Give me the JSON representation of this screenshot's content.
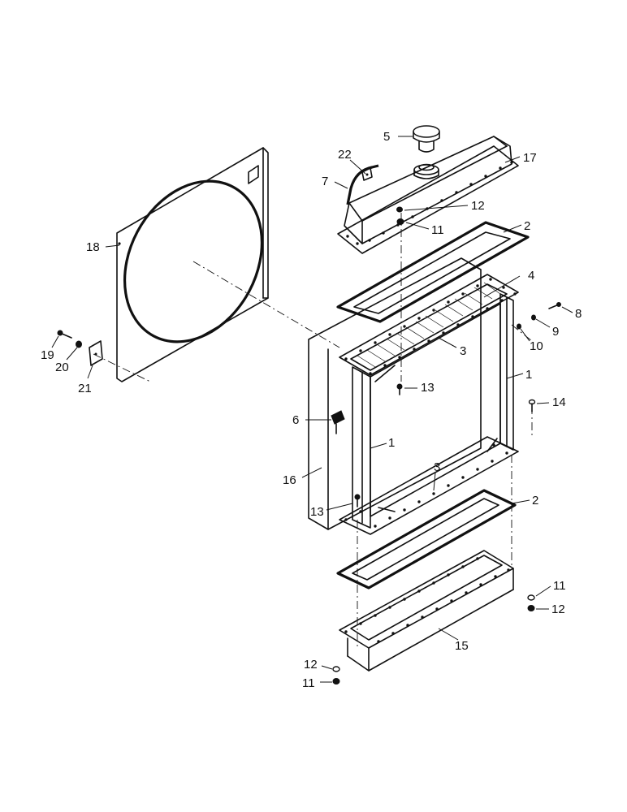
{
  "figure": {
    "callouts": [
      {
        "id": "c1a",
        "label": "1"
      },
      {
        "id": "c1b",
        "label": "1"
      },
      {
        "id": "c2a",
        "label": "2"
      },
      {
        "id": "c2b",
        "label": "2"
      },
      {
        "id": "c3a",
        "label": "3"
      },
      {
        "id": "c3b",
        "label": "3"
      },
      {
        "id": "c4",
        "label": "4"
      },
      {
        "id": "c5",
        "label": "5"
      },
      {
        "id": "c6",
        "label": "6"
      },
      {
        "id": "c7",
        "label": "7"
      },
      {
        "id": "c8",
        "label": "8"
      },
      {
        "id": "c9",
        "label": "9"
      },
      {
        "id": "c10",
        "label": "10"
      },
      {
        "id": "c11a",
        "label": "11"
      },
      {
        "id": "c11b",
        "label": "11"
      },
      {
        "id": "c11c",
        "label": "11"
      },
      {
        "id": "c12a",
        "label": "12"
      },
      {
        "id": "c12b",
        "label": "12"
      },
      {
        "id": "c12c",
        "label": "12"
      },
      {
        "id": "c13a",
        "label": "13"
      },
      {
        "id": "c13b",
        "label": "13"
      },
      {
        "id": "c14",
        "label": "14"
      },
      {
        "id": "c15",
        "label": "15"
      },
      {
        "id": "c16",
        "label": "16"
      },
      {
        "id": "c17",
        "label": "17"
      },
      {
        "id": "c18",
        "label": "18"
      },
      {
        "id": "c19",
        "label": "19"
      },
      {
        "id": "c20",
        "label": "20"
      },
      {
        "id": "c21",
        "label": "21"
      },
      {
        "id": "c22",
        "label": "22"
      }
    ]
  }
}
